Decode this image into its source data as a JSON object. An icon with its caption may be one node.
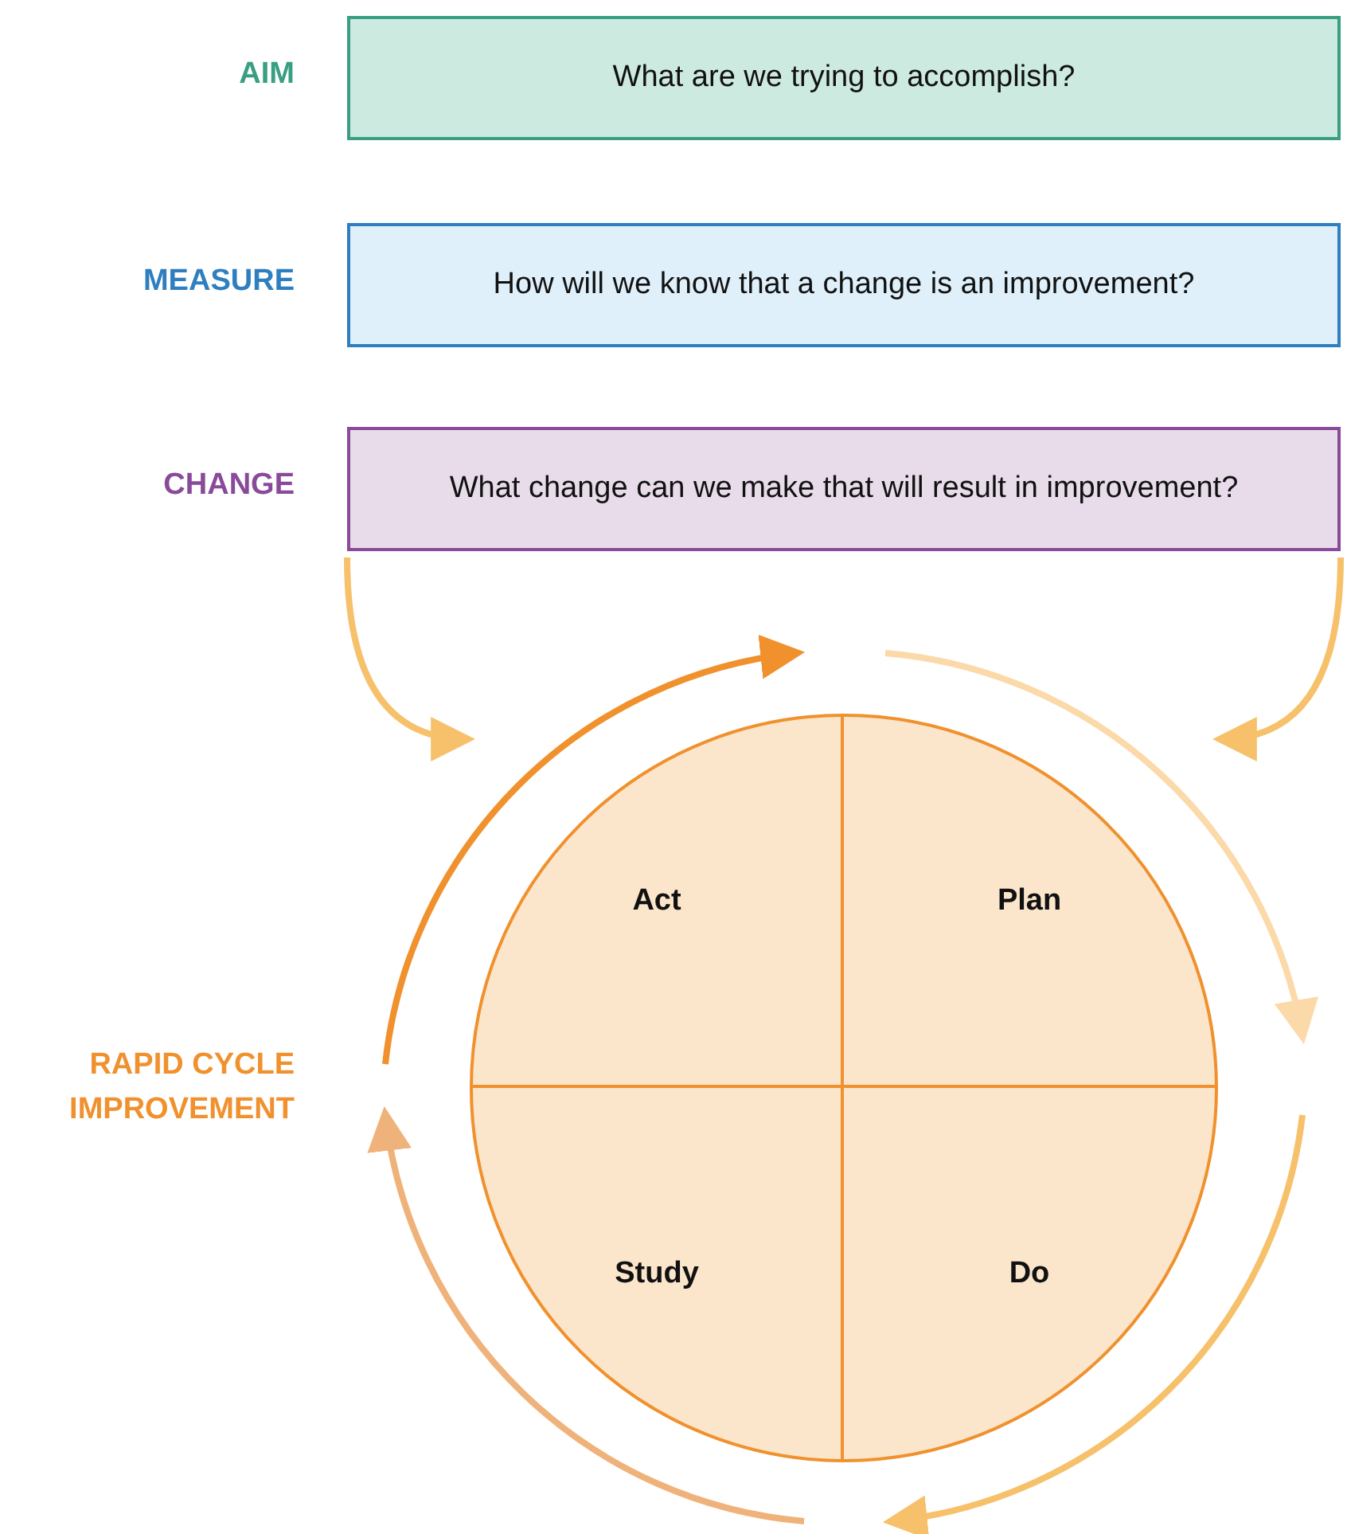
{
  "diagram": {
    "nodes": [
      {
        "text": [
          "What are we trying to accomplish?"
        ],
        "beside": [
          "AIM"
        ]
      },
      {
        "text": [
          "How will we know that a change is an improvement?"
        ],
        "beside": [
          "MEASURE"
        ]
      },
      {
        "text": [
          "What change can we make that will result in improvement?"
        ],
        "beside": [
          "CHANGE"
        ]
      },
      {
        "text": [],
        "shape": "circle"
      },
      {
        "text": [
          "Act"
        ],
        "in": 3
      },
      {
        "text": [
          "Plan"
        ],
        "in": 3
      },
      {
        "text": [
          "Study"
        ],
        "in": 3
      },
      {
        "text": [
          "Do"
        ],
        "in": 3
      }
    ],
    "edges": [
      {
        "from": 2,
        "to": 3,
        "arrow": "to"
      },
      {
        "from": 2,
        "to": 3,
        "arrow": "to"
      }
    ],
    "labels": [
      "RAPID CYCLE IMPROVEMENT"
    ]
  }
}
